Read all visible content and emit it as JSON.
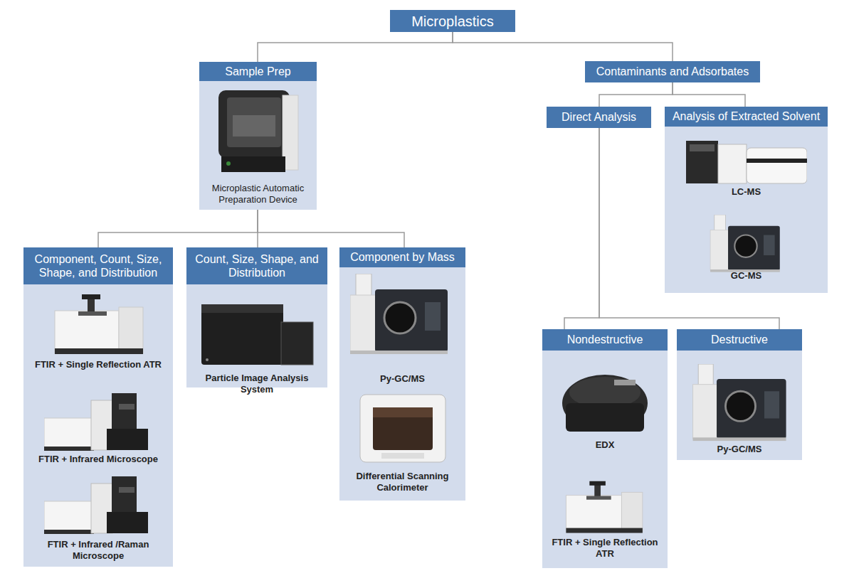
{
  "diagram": {
    "nodes": [
      {
        "text": [
          "Microplastics"
        ]
      },
      {
        "text": [
          "Sample Prep",
          "Microplastic Automatic Preparation Device"
        ]
      },
      {
        "text": [
          "Contaminants and Adsorbates"
        ]
      },
      {
        "text": [
          "Direct Analysis"
        ]
      },
      {
        "text": [
          "Analysis of Extracted Solvent",
          "LC-MS",
          "GC-MS"
        ]
      },
      {
        "text": [
          "Component, Count, Size, Shape, and Distribution",
          "FTIR + Single Reflection ATR",
          "FTIR + Infrared Microscope",
          "FTIR + Infrared /Raman Microscope"
        ]
      },
      {
        "text": [
          "Count, Size, Shape, and Distribution",
          "Particle Image Analysis System"
        ]
      },
      {
        "text": [
          "Component by Mass",
          "Py-GC/MS",
          "Differential Scanning Calorimeter"
        ]
      },
      {
        "text": [
          "Nondestructive",
          "EDX",
          "FTIR + Single Reflection ATR"
        ]
      },
      {
        "text": [
          "Destructive",
          "Py-GC/MS"
        ]
      }
    ],
    "edges": [
      {
        "from": 0,
        "to": 1,
        "arrow": "none"
      },
      {
        "from": 0,
        "to": 2,
        "arrow": "none"
      },
      {
        "from": 2,
        "to": 3,
        "arrow": "none"
      },
      {
        "from": 2,
        "to": 4,
        "arrow": "none"
      },
      {
        "from": 1,
        "to": 5,
        "arrow": "none"
      },
      {
        "from": 1,
        "to": 6,
        "arrow": "none"
      },
      {
        "from": 1,
        "to": 7,
        "arrow": "none"
      },
      {
        "from": 3,
        "to": 8,
        "arrow": "none"
      },
      {
        "from": 3,
        "to": 9,
        "arrow": "none"
      }
    ]
  }
}
